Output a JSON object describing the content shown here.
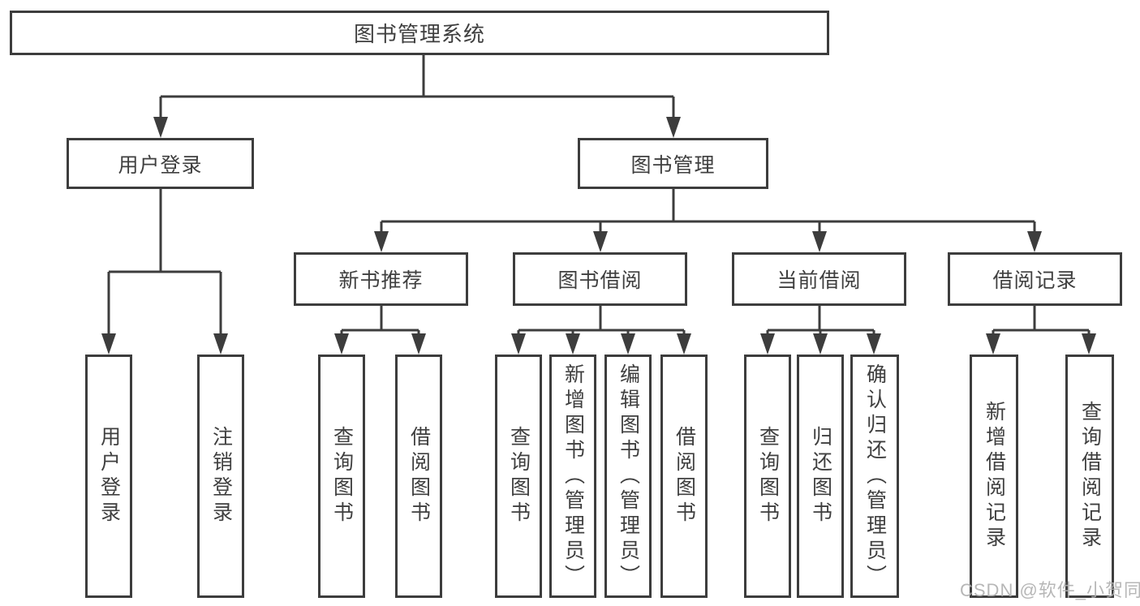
{
  "diagram": {
    "root": {
      "label": "图书管理系统"
    },
    "level1": [
      {
        "label": "用户登录"
      },
      {
        "label": "图书管理"
      }
    ],
    "level2": [
      {
        "label": "新书推荐"
      },
      {
        "label": "图书借阅"
      },
      {
        "label": "当前借阅"
      },
      {
        "label": "借阅记录"
      }
    ],
    "leaves": {
      "user_login": [
        "用户登录",
        "注销登录"
      ],
      "new_book_recommend": [
        "查询图书",
        "借阅图书"
      ],
      "book_borrow": [
        "查询图书",
        "新增图书（管理员）",
        "编辑图书（管理员）",
        "借阅图书"
      ],
      "current_borrow": [
        "查询图书",
        "归还图书",
        "确认归还（管理员）"
      ],
      "borrow_records": [
        "新增借阅记录",
        "查询借阅记录"
      ]
    }
  },
  "watermark": {
    "text": "CSDN @软件_小贺同学"
  },
  "colors": {
    "line": "#3d3d3d",
    "text": "#3f3f3f",
    "background": "#ffffff",
    "watermark": "#b0b0b0"
  }
}
